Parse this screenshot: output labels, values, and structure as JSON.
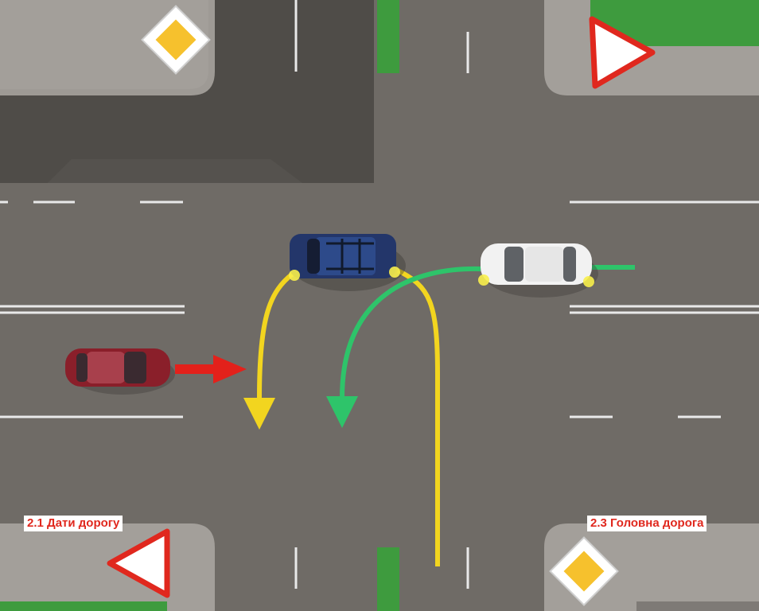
{
  "labels": {
    "give_way": "2.1 Дати дорогу",
    "main_road": "2.3 Головна дорога"
  },
  "signs": [
    {
      "id": "sign-main-road-top-left",
      "type": "main-road-icon"
    },
    {
      "id": "sign-give-way-top-right",
      "type": "give-way-icon"
    },
    {
      "id": "sign-give-way-bottom-left",
      "type": "give-way-icon"
    },
    {
      "id": "sign-main-road-bottom-right",
      "type": "main-road-icon"
    }
  ],
  "vehicles": [
    {
      "id": "red-car",
      "color": "#8a1f2a"
    },
    {
      "id": "blue-suv",
      "color": "#23366a"
    },
    {
      "id": "white-car",
      "color": "#f2f2f2"
    }
  ],
  "paths": [
    {
      "id": "red-path",
      "color": "#e3211b"
    },
    {
      "id": "yellow-left-turn-path",
      "color": "#f2d51f"
    },
    {
      "id": "yellow-u-turn-path",
      "color": "#f2d51f"
    },
    {
      "id": "green-left-turn-path",
      "color": "#2ec46a"
    }
  ],
  "colors": {
    "road": "#6f6b66",
    "sidewalk": "#9e9a95",
    "building": "#4f4c48",
    "grass": "#3e9b3e",
    "label_text": "#e0281e",
    "sign_red": "#e0281e",
    "sign_yellow": "#f6c12d"
  }
}
